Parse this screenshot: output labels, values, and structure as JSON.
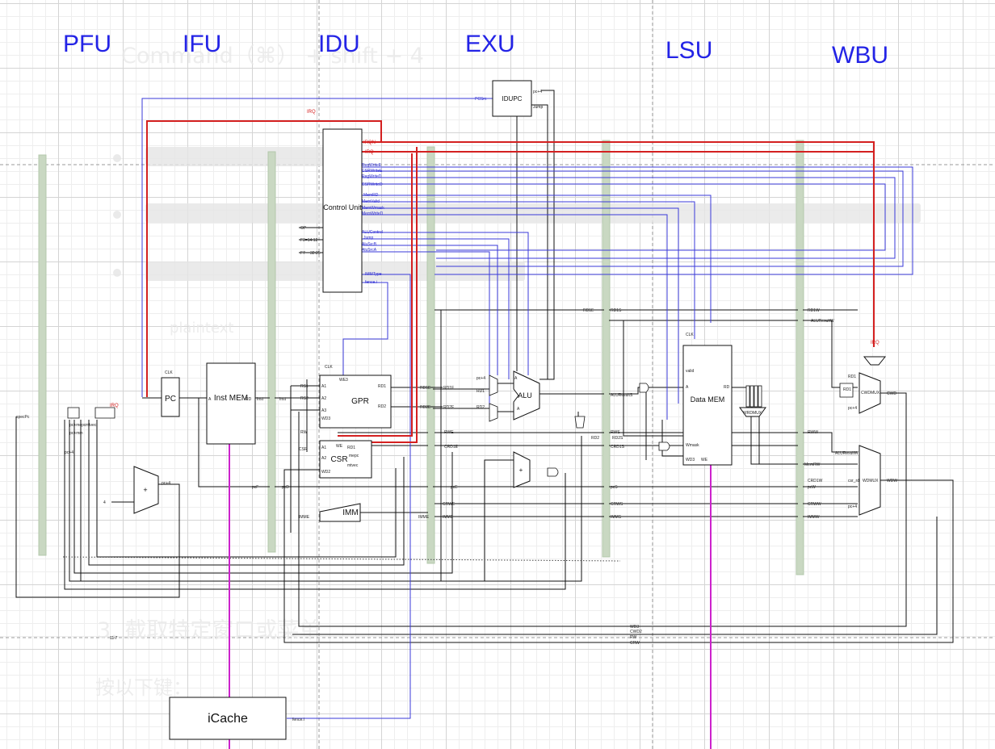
{
  "stages": [
    "PFU",
    "IFU",
    "IDU",
    "EXU",
    "LSU",
    "WBU"
  ],
  "overlay_text": {
    "command": "Command（⌘） + shift + 4",
    "plaintext": "plaintext",
    "step": "3. 截取特定窗口或菜单",
    "keys": "按以下键："
  },
  "blocks": {
    "pc": "PC",
    "inst_mem": "Inst MEM",
    "control_unit": "Control Unit",
    "gpr": "GPR",
    "csr": "CSR",
    "imm": "IMM",
    "alu": "ALU",
    "data_mem": "Data MEM",
    "idupc": "IDUPC",
    "icache": "iCache",
    "adder_pc": "+",
    "adder_exu": "+",
    "cwdmux": "CWDMUX",
    "wdmux": "WDMUX",
    "wrdmux": "WRDMUX"
  },
  "signals": {
    "clk": "CLK",
    "irq": "IRQ",
    "irqn": "IRQN",
    "pcsrc": "PCSrc",
    "inst": "Inst",
    "rd": "RD",
    "a": "A",
    "four": "4",
    "pc4": "pc+4",
    "pcF": "pcF",
    "pcD": "pcD",
    "pcE": "pcE",
    "pcS": "pcS",
    "pcW": "pcW",
    "rd1e": "RD1E",
    "rd2e": "RD2E",
    "rd1s": "RD1S",
    "rd1w": "RD1W",
    "rd2s": "RD2S",
    "rd2": "RD2",
    "aluresults": "ALUResultS",
    "aluresultw": "ALUResultW",
    "crd1e": "CRD1E",
    "crd1s": "CRD1S",
    "crd1w": "CRD1W",
    "rwe": "RWE",
    "rws": "RWS",
    "rww": "RWW",
    "crwe": "CRWE",
    "crws": "CRWS",
    "crww": "CRWW",
    "imme": "IMME",
    "imms": "IMMS",
    "immw": "IMMW",
    "memrw": "MemRW",
    "we": "WE",
    "we3": "WE3",
    "wd3": "WD3",
    "wd2": "WD2",
    "a1": "A1",
    "a2": "A2",
    "a3": "A3",
    "rd1": "RD1",
    "mepc": "mepc",
    "mtvec": "mtvec",
    "valid": "valid",
    "wmask": "Wmask",
    "wd": "WD",
    "fence": "fence.i",
    "immtype": "IMMType",
    "regwritee": "RegWriteE",
    "csrwritee": "CSRWriteE",
    "regwrited": "RegWriteD",
    "csrwrited": "CSRWriteD",
    "memrd": "MemRD",
    "memvalid": "MemValid",
    "memwmask": "MemWmask",
    "memwrited": "MemWriteD",
    "alucontrol": "ALUControl",
    "jump": "Jump",
    "alusrcb": "AluSrcB",
    "alusrca": "AluSrcA",
    "op": "OP",
    "f3": "F3=14:12",
    "f7": "F7",
    "f7bits": "32:25",
    "rs1": "RS1",
    "rs2": "RS2",
    "csr_addr": "CSR",
    "wd3_b": "WD3",
    "wd2_b": "WD2",
    "cwd": "CWD",
    "wdw": "WDW",
    "csr_rd": "csr_rd",
    "wd3_bot": "WD3",
    "cwd2": "CWD2",
    "rw": "RW",
    "crw": "CRW",
    "srcpc": "specPc",
    "pcmepc": "pc+mepc",
    "pcmtvec": "mtvec",
    "pcmm": "pc+mm",
    "pcminus": "pc+4",
    "oneseven": "11:7"
  }
}
